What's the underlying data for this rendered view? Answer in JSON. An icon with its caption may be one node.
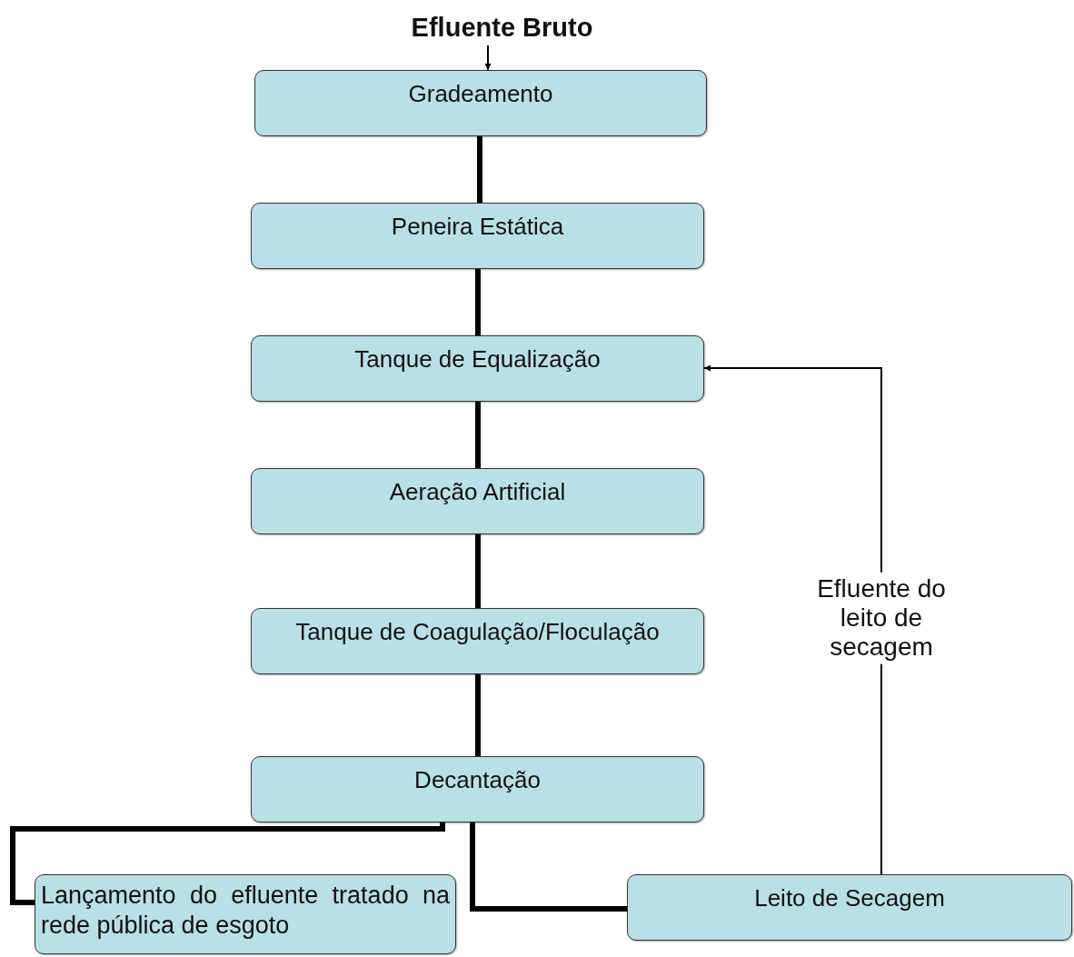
{
  "diagram": {
    "nodes": [
      {
        "text": [
          "Efluente Bruto"
        ]
      },
      {
        "text": [
          "Gradeamento"
        ]
      },
      {
        "text": [
          "Peneira Estática"
        ]
      },
      {
        "text": [
          "Tanque de Equalização"
        ]
      },
      {
        "text": [
          "Aeração Artificial"
        ]
      },
      {
        "text": [
          "Tanque de Coagulação/Floculação"
        ]
      },
      {
        "text": [
          "Decantação"
        ]
      },
      {
        "text": [
          "Lançamento do efluente tratado na rede pública de esgoto"
        ]
      },
      {
        "text": [
          "Leito de Secagem"
        ]
      }
    ],
    "edges": [
      {
        "from": 0,
        "to": 1,
        "arrow": "to"
      },
      {
        "from": 1,
        "to": 2,
        "arrow": "none"
      },
      {
        "from": 2,
        "to": 3,
        "arrow": "none"
      },
      {
        "from": 3,
        "to": 4,
        "arrow": "none"
      },
      {
        "from": 4,
        "to": 5,
        "arrow": "none"
      },
      {
        "from": 5,
        "to": 6,
        "arrow": "none"
      },
      {
        "from": 6,
        "to": 7,
        "arrow": "none"
      },
      {
        "from": 6,
        "to": 8,
        "arrow": "none"
      },
      {
        "from": 8,
        "to": 3,
        "arrow": "to",
        "label": "Efluente do leito de secagem"
      }
    ]
  }
}
